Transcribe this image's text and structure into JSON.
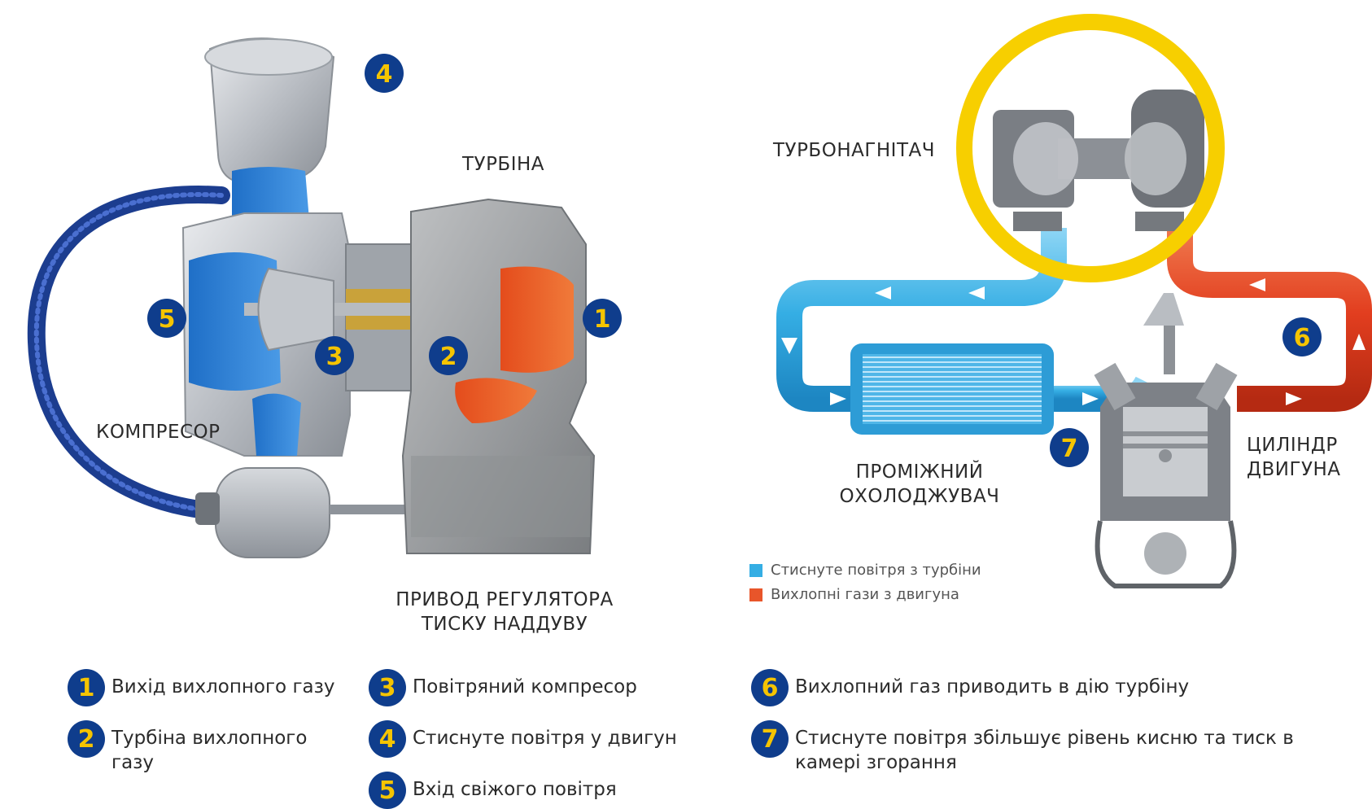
{
  "labels": {
    "turbine": "ТУРБІНА",
    "compressor": "КОМПРЕСОР",
    "wastegate_line1": "ПРИВОД РЕГУЛЯТОРА",
    "wastegate_line2": "ТИСКУ НАДДУВУ",
    "turbocharger": "ТУРБОНАГНІТАЧ",
    "intercooler_line1": "ПРОМІЖНИЙ",
    "intercooler_line2": "ОХОЛОДЖУВАЧ",
    "cylinder_line1": "ЦИЛІНДР",
    "cylinder_line2": "ДВИГУНА"
  },
  "badges": {
    "b1": "1",
    "b2": "2",
    "b3": "3",
    "b4": "4",
    "b5": "5",
    "b6": "6",
    "b7": "7"
  },
  "legend": [
    {
      "label": "Стиснуте повітря з турбіни",
      "color": "#35aee4"
    },
    {
      "label": "Вихлопні гази з двигуна",
      "color": "#e8552a"
    }
  ],
  "items": [
    {
      "num": "1",
      "text": "Вихід вихлопного газу"
    },
    {
      "num": "2",
      "text": "Турбіна вихлопного газу"
    },
    {
      "num": "3",
      "text": "Повітряний компресор"
    },
    {
      "num": "4",
      "text": "Стиснуте повітря у двигун"
    },
    {
      "num": "5",
      "text": "Вхід свіжого повітря"
    },
    {
      "num": "6",
      "text": "Вихлопний газ приводить в дію турбіну"
    },
    {
      "num": "7",
      "text": "Стиснуте повітря збільшує рівень кисню та тиск в камері згорання"
    }
  ],
  "colors": {
    "badge_bg": "#0f3d8c",
    "badge_num": "#f5c400",
    "air": "#35aee4",
    "exhaust": "#e8552a",
    "ring": "#f7cf00"
  }
}
